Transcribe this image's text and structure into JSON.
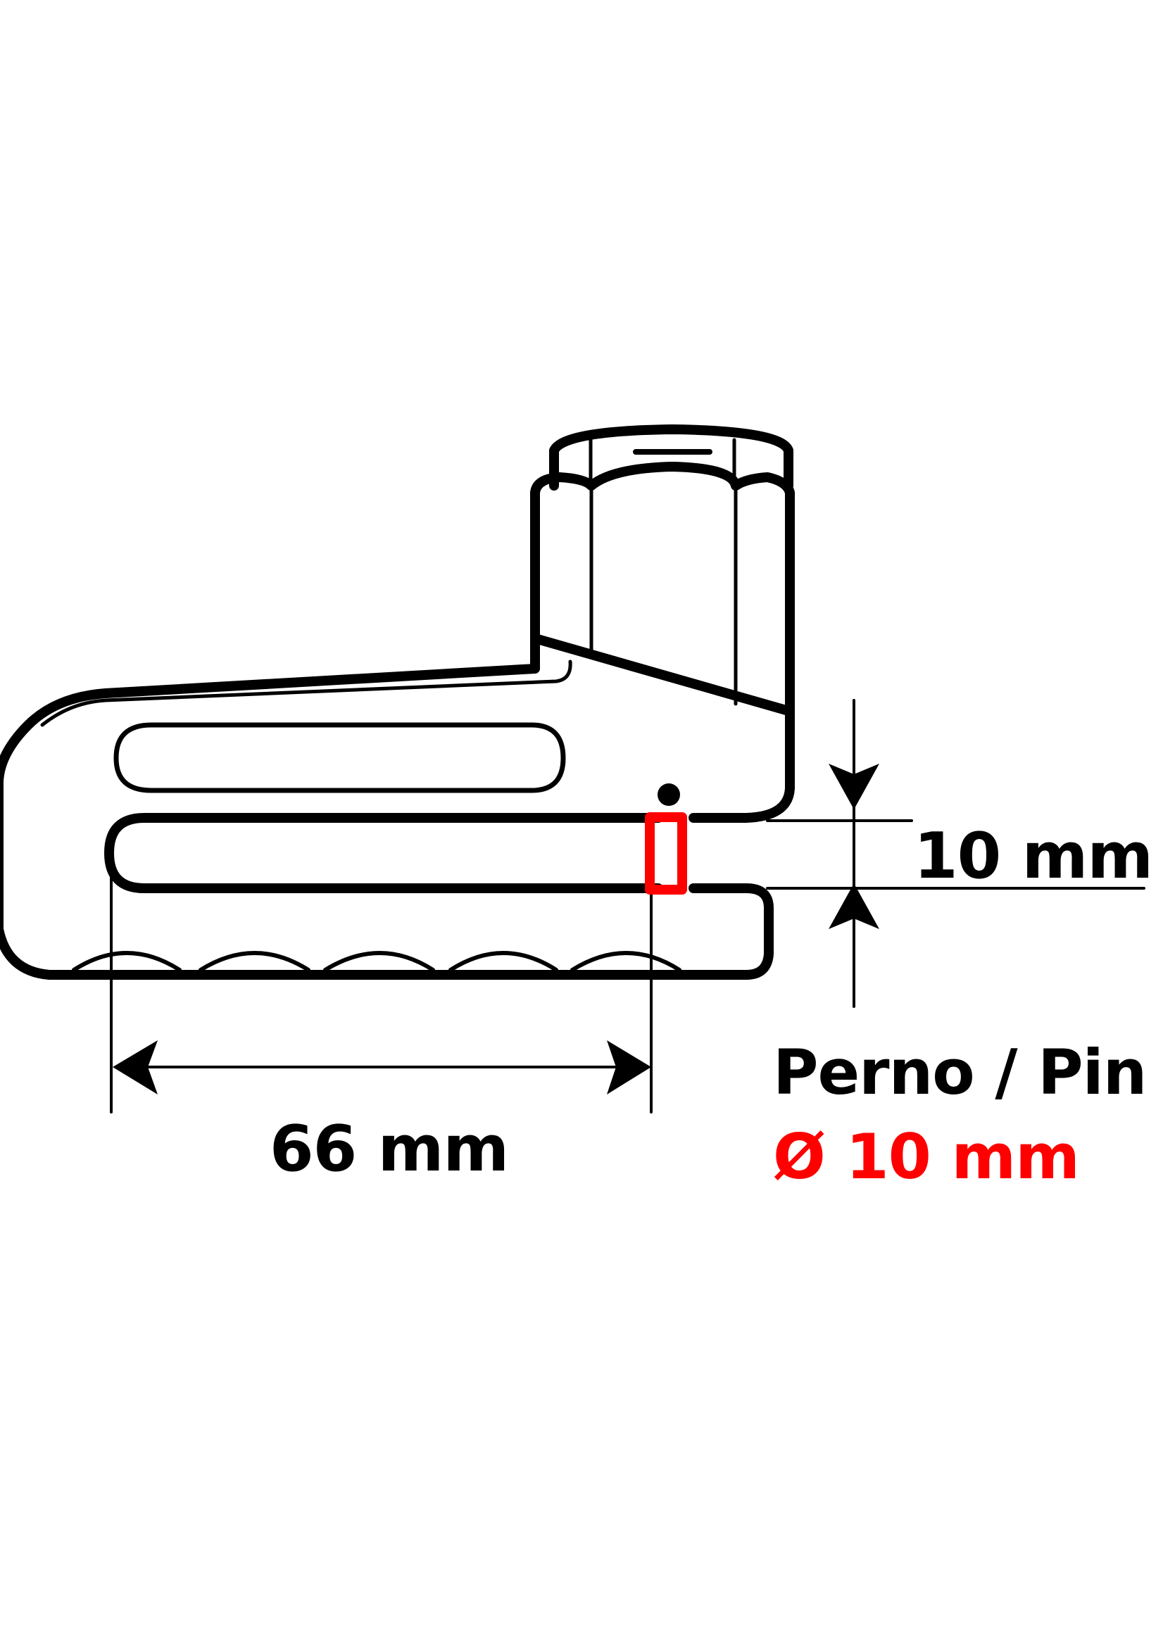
{
  "diagram": {
    "subject": "disc lock",
    "colors": {
      "outline": "#000000",
      "highlight": "#ff0000",
      "background": "#ffffff"
    },
    "dimensions": {
      "gap": {
        "label": "10 mm",
        "value": 10,
        "unit": "mm",
        "orientation": "vertical"
      },
      "depth": {
        "label": "66 mm",
        "value": 66,
        "unit": "mm",
        "orientation": "horizontal"
      },
      "pin": {
        "title": "Perno / Pin",
        "diameter_label": "Ø 10 mm",
        "value": 10,
        "unit": "mm"
      }
    },
    "icons": {
      "gap_arrows": "dimension-arrows-vertical",
      "depth_arrows": "dimension-arrows-horizontal",
      "pin_marker": "red-rectangle-pin-marker"
    }
  }
}
